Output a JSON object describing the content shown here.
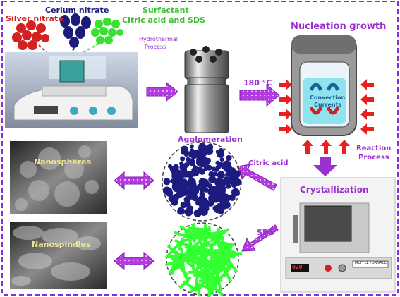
{
  "labels": {
    "silver_nitrate": "Silver nitrate",
    "cerium_nitrate": "Cerium nitrate",
    "surfactant_line1": "Surfactant",
    "surfactant_line2": "Citric acid and SDS",
    "hydrothermal_line1": "Hydrothermal",
    "hydrothermal_line2": "Process",
    "nucleation": "Nucleation growth",
    "temperature": "180 °C",
    "convection_line1": "Convection",
    "convection_line2": "Currents",
    "agglomeration": "Agglomeration",
    "reaction_line1": "Reaction",
    "reaction_line2": "Process",
    "citric_acid": "Citric acid",
    "crystallization": "Crystallization",
    "nanospheres": "Nanospheres",
    "sds": "SDS",
    "nanospindles": "Nanospindles",
    "furnace_label": "MUFFLE FURNACE",
    "furnace_display": "020"
  },
  "colors": {
    "silver": "#d42020",
    "cerium": "#1b1b7a",
    "surfactant": "#39e02f",
    "purple": "#9b30d0",
    "arrow_red": "#e82020",
    "sphere": "#1c1c80",
    "spindle": "#33ff33"
  }
}
